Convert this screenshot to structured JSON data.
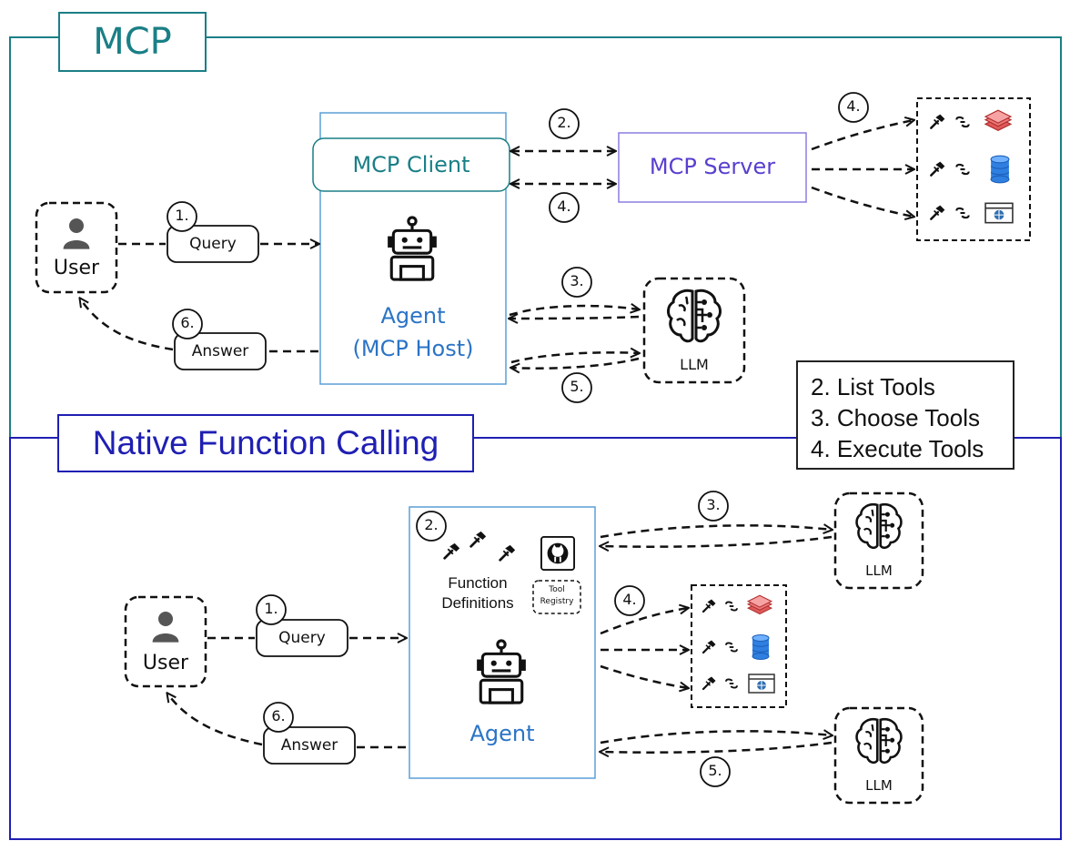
{
  "mcp_section": {
    "title": "MCP",
    "user_label": "User",
    "query_label": "Query",
    "answer_label": "Answer",
    "client_label": "MCP Client",
    "server_label": "MCP Server",
    "agent_label": "Agent",
    "host_label": "(MCP Host)",
    "llm_label": "LLM",
    "steps": {
      "s1": "1.",
      "s2": "2.",
      "s3": "3.",
      "s4a": "4.",
      "s4b": "4.",
      "s5": "5.",
      "s6": "6."
    }
  },
  "legend": {
    "items": [
      "2. List Tools",
      "3. Choose Tools",
      "4. Execute Tools"
    ]
  },
  "nfc_section": {
    "title": "Native Function Calling",
    "user_label": "User",
    "query_label": "Query",
    "answer_label": "Answer",
    "function_label_1": "Function",
    "function_label_2": "Definitions",
    "tool_registry_1": "Tool",
    "tool_registry_2": "Registry",
    "agent_label": "Agent",
    "llm_label_top": "LLM",
    "llm_label_bottom": "LLM",
    "steps": {
      "s1": "1.",
      "s2": "2.",
      "s3": "3.",
      "s4": "4.",
      "s5": "5.",
      "s6": "6."
    }
  },
  "colors": {
    "mcp_frame": "#1a7f86",
    "nfc_frame": "#1f1fb3",
    "agent_box": "#5b9fd6",
    "server_box": "#8a7fe0",
    "client_text": "#1a7f86",
    "server_text": "#5a3fcf",
    "agent_text": "#2b74c6",
    "layers_icon": "#e05a5a",
    "database_icon": "#2f7fe0"
  },
  "icons": [
    "user-icon",
    "robot-icon",
    "brain-icon",
    "hammer-icon",
    "link-icon",
    "layers-icon",
    "database-icon",
    "browser-icon",
    "github-icon"
  ]
}
